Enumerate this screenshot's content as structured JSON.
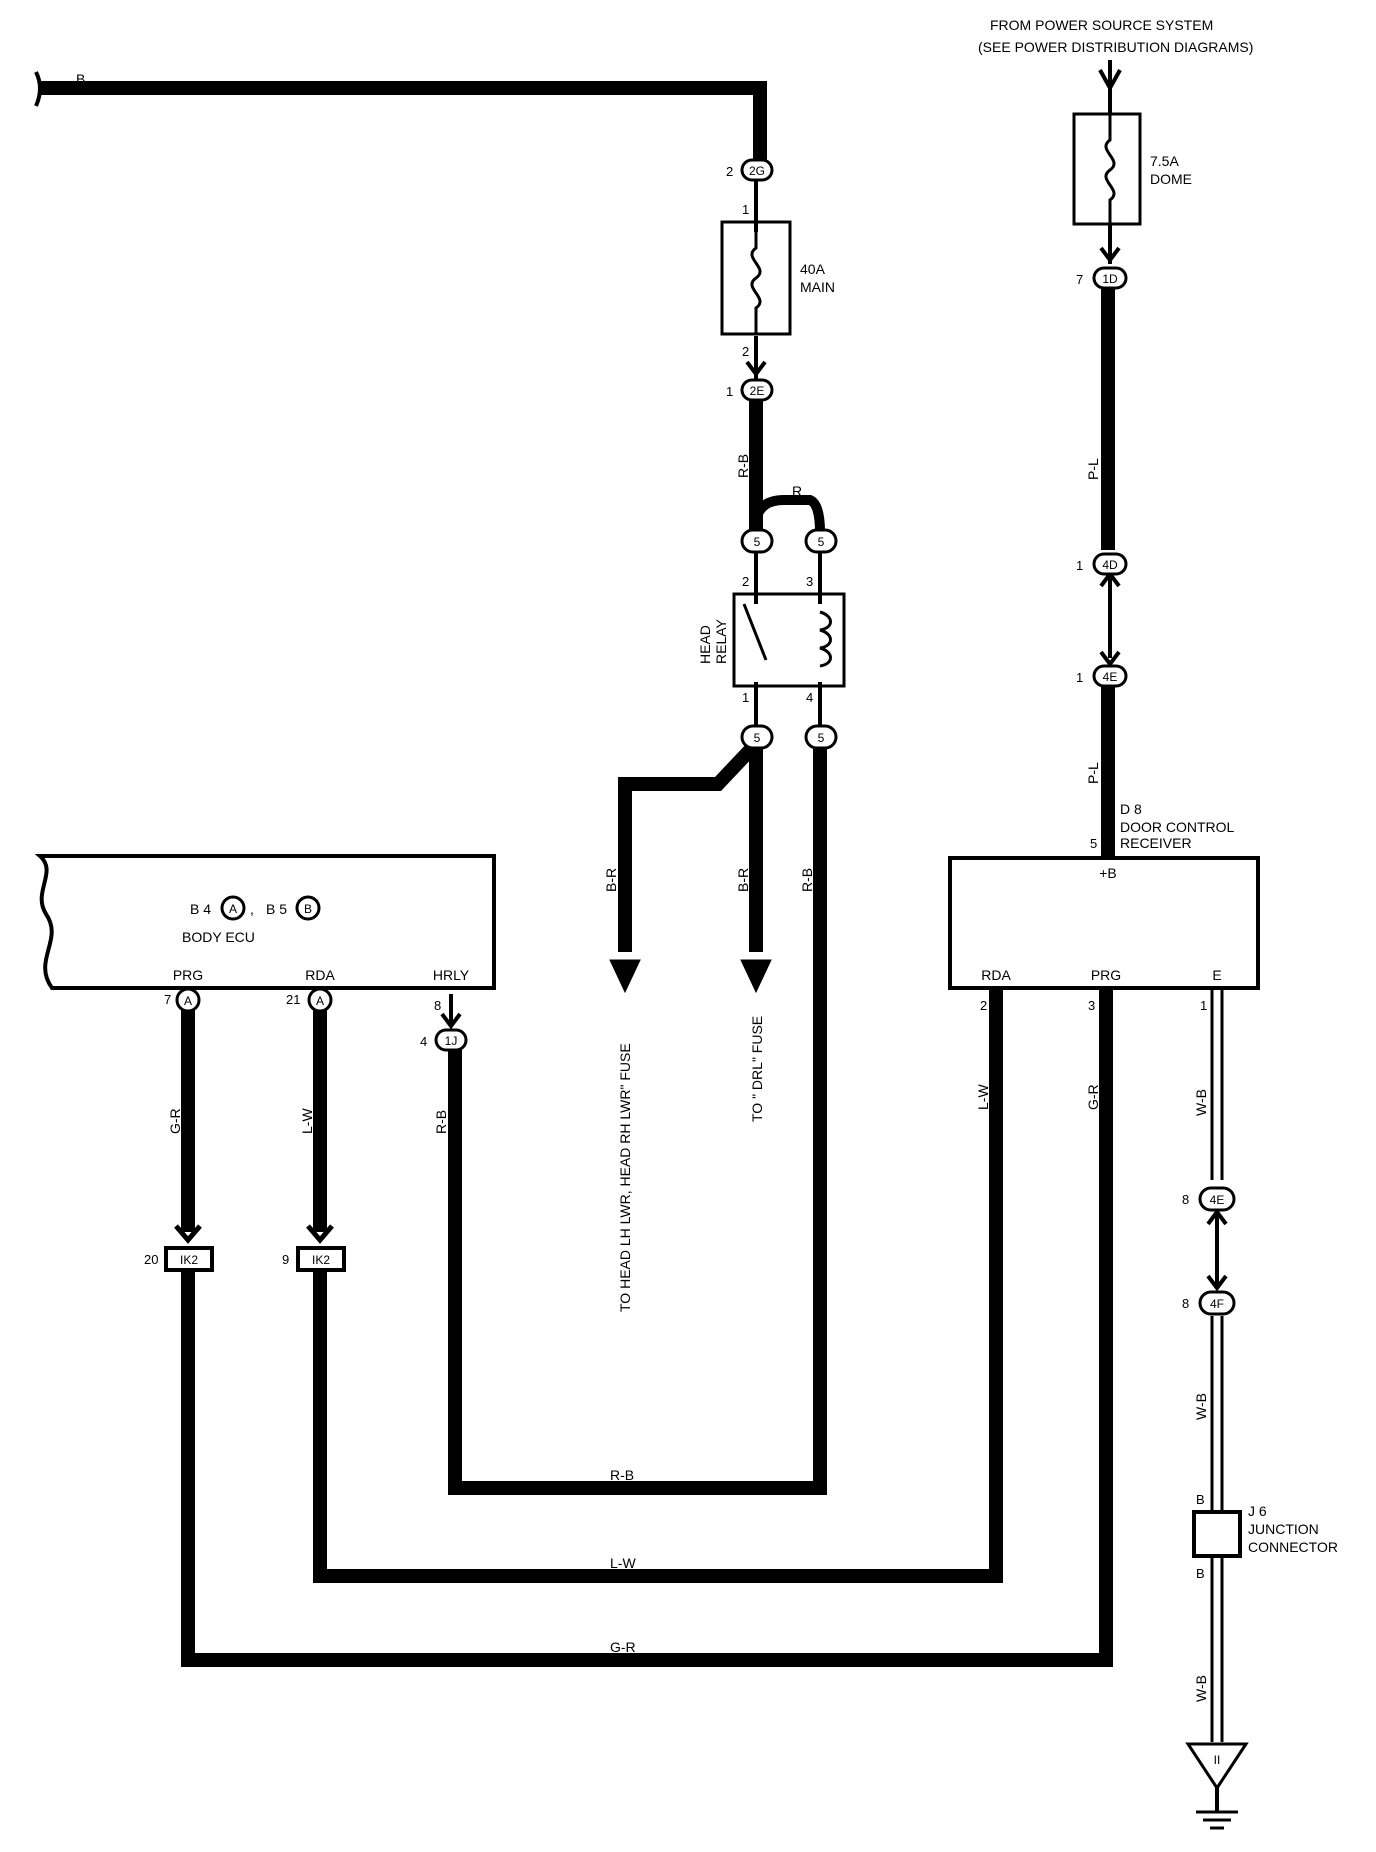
{
  "power_source": {
    "line1": "FROM POWER SOURCE SYSTEM",
    "line2": "(SEE POWER DISTRIBUTION DIAGRAMS)"
  },
  "fuses": {
    "dome_rating": "7.5A",
    "dome_name": "DOME",
    "main_rating": "40A",
    "main_name": "MAIN"
  },
  "relay": {
    "name_line1": "HEAD",
    "name_line2": "RELAY"
  },
  "body_ecu": {
    "connector_a": "B 4",
    "connector_a_tag": "A",
    "comma": ",",
    "connector_b": "B 5",
    "connector_b_tag": "B",
    "name": "BODY ECU",
    "terminals": [
      "PRG",
      "RDA",
      "HRLY"
    ]
  },
  "door_control": {
    "id": "D 8",
    "name_line1": "DOOR CONTROL",
    "name_line2": "RECEIVER",
    "plus_b": "+B",
    "terminals": [
      "RDA",
      "PRG",
      "E"
    ]
  },
  "junction": {
    "id": "J 6",
    "name_line1": "JUNCTION",
    "name_line2": "CONNECTOR"
  },
  "ground_symbol": "II",
  "destinations": {
    "head_fuse": "TO HEAD LH LWR, HEAD RH LWR\" FUSE",
    "drl_fuse": "TO \" DRL\" FUSE"
  },
  "connectors": {
    "c2G": "2G",
    "c2E": "2E",
    "c1D": "1D",
    "c4D": "4D",
    "c4E": "4E",
    "c4F": "4F",
    "c5": "5",
    "c1J": "1J",
    "cA": "A",
    "cIK2": "IK2",
    "cB": "B"
  },
  "pins": {
    "p1": "1",
    "p2": "2",
    "p3": "3",
    "p4": "4",
    "p5": "5",
    "p7": "7",
    "p8": "8",
    "p9": "9",
    "p20": "20",
    "p21": "21",
    "pB": "B"
  },
  "wires": {
    "b": "B",
    "rb": "R-B",
    "r": "R",
    "pl": "P-L",
    "br": "B-R",
    "gr": "G-R",
    "lw": "L-W",
    "wb": "W-B"
  },
  "colors": {
    "line": "#000000",
    "background": "#ffffff"
  }
}
